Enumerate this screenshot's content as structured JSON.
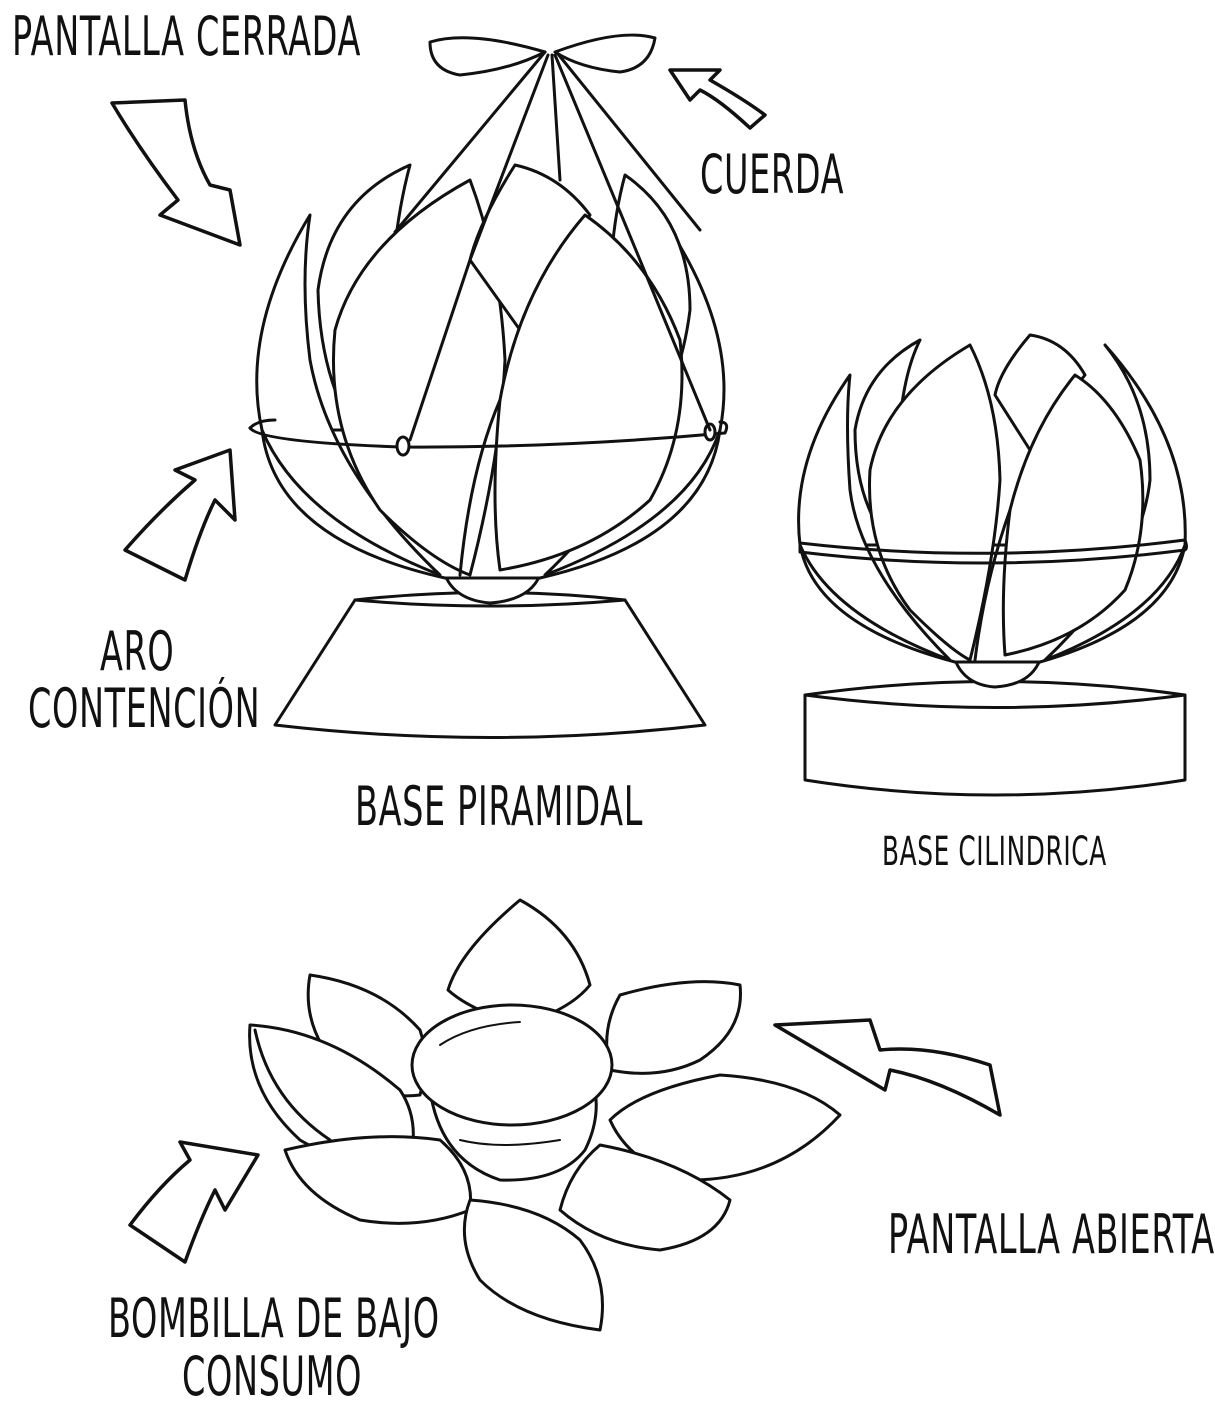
{
  "labels": {
    "closed_shade": "PANTALLA CERRADA",
    "cord": "CUERDA",
    "ring_line1": "ARO",
    "ring_line2": "CONTENCIÓN",
    "pyramid_base": "BASE PIRAMIDAL",
    "cylinder_base": "BASE CILINDRICA",
    "open_shade": "PANTALLA ABIERTA",
    "bulb_line1": "BOMBILLA DE BAJO",
    "bulb_line2": "CONSUMO"
  },
  "colors": {
    "ink": "#111111",
    "background": "#ffffff"
  }
}
